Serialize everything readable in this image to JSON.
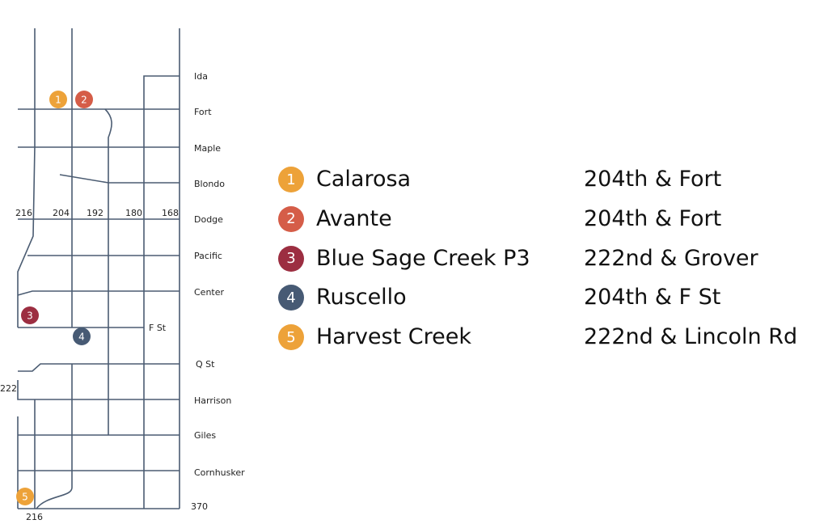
{
  "map": {
    "streets": [
      "Ida",
      "Fort",
      "Maple",
      "Blondo",
      "Dodge",
      "Pacific",
      "Center",
      "F St",
      "Q St",
      "Harrison",
      "Giles",
      "Cornhusker",
      "370"
    ],
    "avenues": [
      "216",
      "204",
      "192",
      "180",
      "168"
    ],
    "side_labels": {
      "west": "222",
      "bottom": "216"
    },
    "road_color": "#4b5c72"
  },
  "pins": [
    {
      "num": "1",
      "color": "#eda239"
    },
    {
      "num": "2",
      "color": "#d55d48"
    },
    {
      "num": "3",
      "color": "#9c2e41"
    },
    {
      "num": "4",
      "color": "#475a74"
    },
    {
      "num": "5",
      "color": "#eda239"
    }
  ],
  "legend": [
    {
      "num": "1",
      "name": "Calarosa",
      "address": "204th & Fort",
      "color": "#eda239"
    },
    {
      "num": "2",
      "name": "Avante",
      "address": "204th & Fort",
      "color": "#d55d48"
    },
    {
      "num": "3",
      "name": "Blue Sage Creek P3",
      "address": "222nd & Grover",
      "color": "#9c2e41"
    },
    {
      "num": "4",
      "name": "Ruscello",
      "address": "204th & F St",
      "color": "#475a74"
    },
    {
      "num": "5",
      "name": "Harvest Creek",
      "address": "222nd & Lincoln Rd",
      "color": "#eda239"
    }
  ]
}
